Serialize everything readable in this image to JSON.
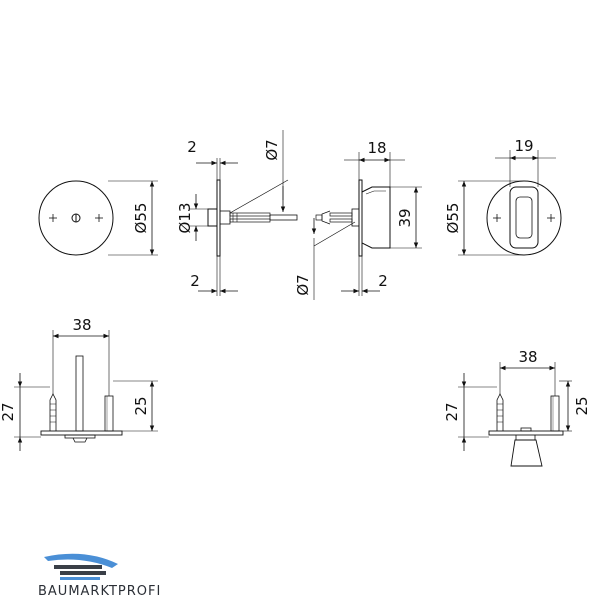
{
  "dimensions": {
    "rosette_left_diameter": "Ø55",
    "cylinder_diameter": "Ø13",
    "plate_thickness_top": "2",
    "plate_thickness_bottom": "2",
    "pin_left_diameter": "Ø7",
    "knob_depth": "18",
    "knob_height": "39",
    "pin_right_diameter": "Ø7",
    "right_plate_thickness": "2",
    "knob_width": "19",
    "rosette_right_diameter": "Ø55",
    "left_screw_spacing": "38",
    "left_screw_height": "27",
    "left_sleeve_height": "25",
    "right_screw_spacing": "38",
    "right_screw_height": "27",
    "right_sleeve_height": "25"
  },
  "brand": {
    "name": "BAUMARKTPROFI",
    "accent_color": "#4a8fd6",
    "dark_color": "#3a3f47"
  }
}
